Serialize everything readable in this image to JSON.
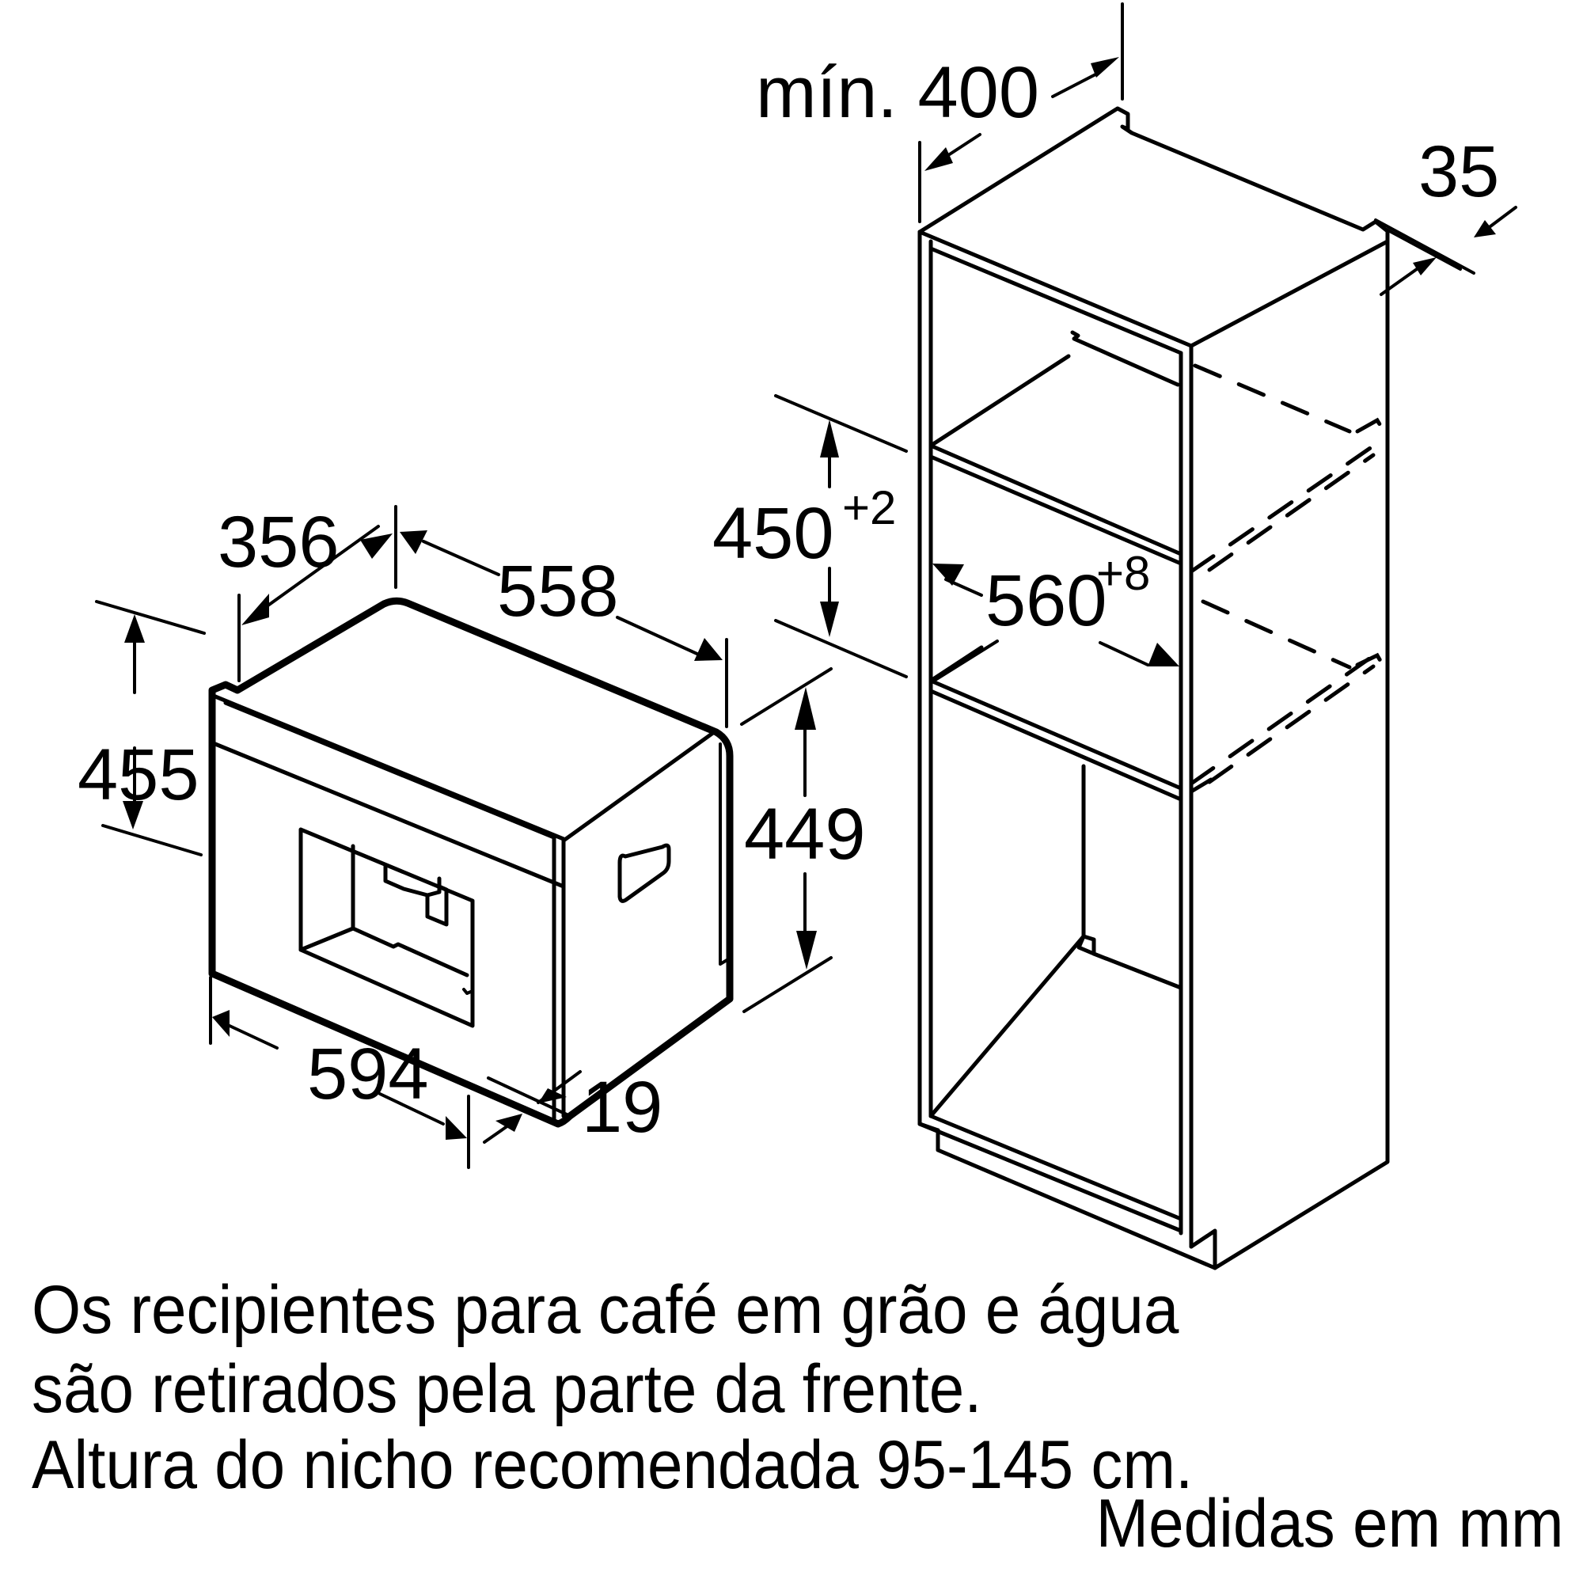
{
  "appliance": {
    "name": "built-in coffee machine",
    "dimensions": {
      "depth_body": {
        "value": "356"
      },
      "depth_total": {
        "value": "558"
      },
      "height_front": {
        "value": "455"
      },
      "height_body": {
        "value": "449"
      },
      "width_front": {
        "value": "594"
      },
      "front_thickness": {
        "value": "19"
      }
    }
  },
  "cabinet": {
    "name": "tall niche cabinet",
    "dimensions": {
      "min_depth": {
        "prefix": "mín.",
        "value": "400"
      },
      "back_gap": {
        "value": "35"
      },
      "niche_height": {
        "value": "450",
        "tolerance": "+2"
      },
      "niche_width": {
        "value": "560",
        "tolerance": "+8"
      }
    }
  },
  "notes": {
    "line1": "Os recipientes para café em grão e água",
    "line2": "são retirados pela parte da frente.",
    "line3": "Altura do nicho recomendada 95-145 cm.",
    "units": "Medidas em mm"
  },
  "colors": {
    "line": "#000000",
    "background": "#ffffff"
  }
}
